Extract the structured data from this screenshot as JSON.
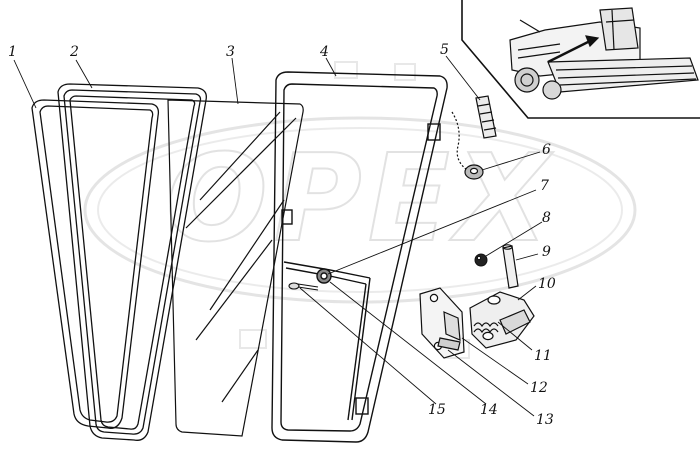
{
  "diagram": {
    "callouts": [
      {
        "id": "1",
        "label": "1"
      },
      {
        "id": "2",
        "label": "2"
      },
      {
        "id": "3",
        "label": "3"
      },
      {
        "id": "4",
        "label": "4"
      },
      {
        "id": "5",
        "label": "5"
      },
      {
        "id": "6",
        "label": "6"
      },
      {
        "id": "7",
        "label": "7"
      },
      {
        "id": "8",
        "label": "8"
      },
      {
        "id": "9",
        "label": "9"
      },
      {
        "id": "10",
        "label": "10"
      },
      {
        "id": "11",
        "label": "11"
      },
      {
        "id": "12",
        "label": "12"
      },
      {
        "id": "13",
        "label": "13"
      },
      {
        "id": "14",
        "label": "14"
      },
      {
        "id": "15",
        "label": "15"
      }
    ],
    "watermark": "OPEX",
    "colors": {
      "line": "#111111",
      "watermark": "#d4d4d4",
      "background": "#ffffff"
    }
  }
}
